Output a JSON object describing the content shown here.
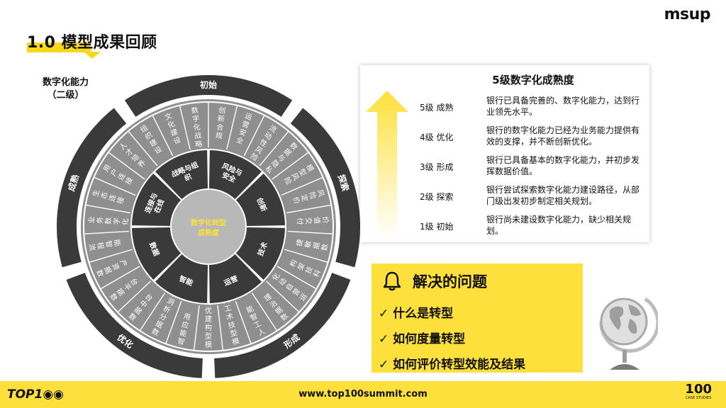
{
  "logo": "msup",
  "title": "1.0 模型成果回顾",
  "sub_label": "数字化能力\n（二级）",
  "wheel": {
    "center": "数字化转型\n成熟度",
    "outer_labels": [
      "初始",
      "探索",
      "形成",
      "优化",
      "成熟"
    ],
    "inner_categories": [
      "风险与\n安全",
      "创新",
      "技术",
      "运营",
      "智能",
      "数据",
      "连接与\n在线",
      "战略与组\n织"
    ],
    "spokes": [
      "创新合规",
      "运营安全",
      "流动性风险",
      "数据与隐私安全",
      "模型风险",
      "风险定价",
      "价值交付",
      "数据敏捷",
      "科技架构",
      "运营自动化",
      "数据治理",
      "人工智能",
      "模型技术工具",
      "模型构建优化",
      "智能应用",
      "数据分析洞察",
      "数据中台",
      "数据平台",
      "数据资产",
      "流程智能",
      "业务数字化",
      "生态连接",
      "用户连接",
      "人才培养",
      "组织建设",
      "文化建设",
      "数字化战略"
    ]
  },
  "legend": {
    "title": "5级数字化成熟度",
    "levels": [
      {
        "name": "5级  成熟",
        "desc": "银行已具备完善的、数字化能力，达到行业领先水平。"
      },
      {
        "name": "4级  优化",
        "desc": "银行的数字化能力已经为业务能力提供有效的支撑，并不断创新优化。"
      },
      {
        "name": "3级  形成",
        "desc": "银行已具备基本的数字化能力，并初步发挥数据价值。"
      },
      {
        "name": "2级  探索",
        "desc": "银行尝试探索数字化能力建设路径，从部门级出发初步制定相关规划。"
      },
      {
        "name": "1级  初始",
        "desc": "银行尚未建设数字化能力，缺少相关规划。"
      }
    ]
  },
  "questions": {
    "title": "解决的问题",
    "items": [
      "✓  什么是转型",
      "✓  如何度量转型",
      "✓  如何评价转型效能及结果"
    ]
  },
  "footer": {
    "logo": "TOP1◉◉",
    "url": "www.top100summit.com",
    "case_big": "100",
    "case_small": "CASE STUDIES"
  },
  "colors": {
    "accent": "#fde03c",
    "ring_dark": "#3a3a3a",
    "ring_mid": "#8f8f8f",
    "ring_light": "#b8b8b8"
  }
}
